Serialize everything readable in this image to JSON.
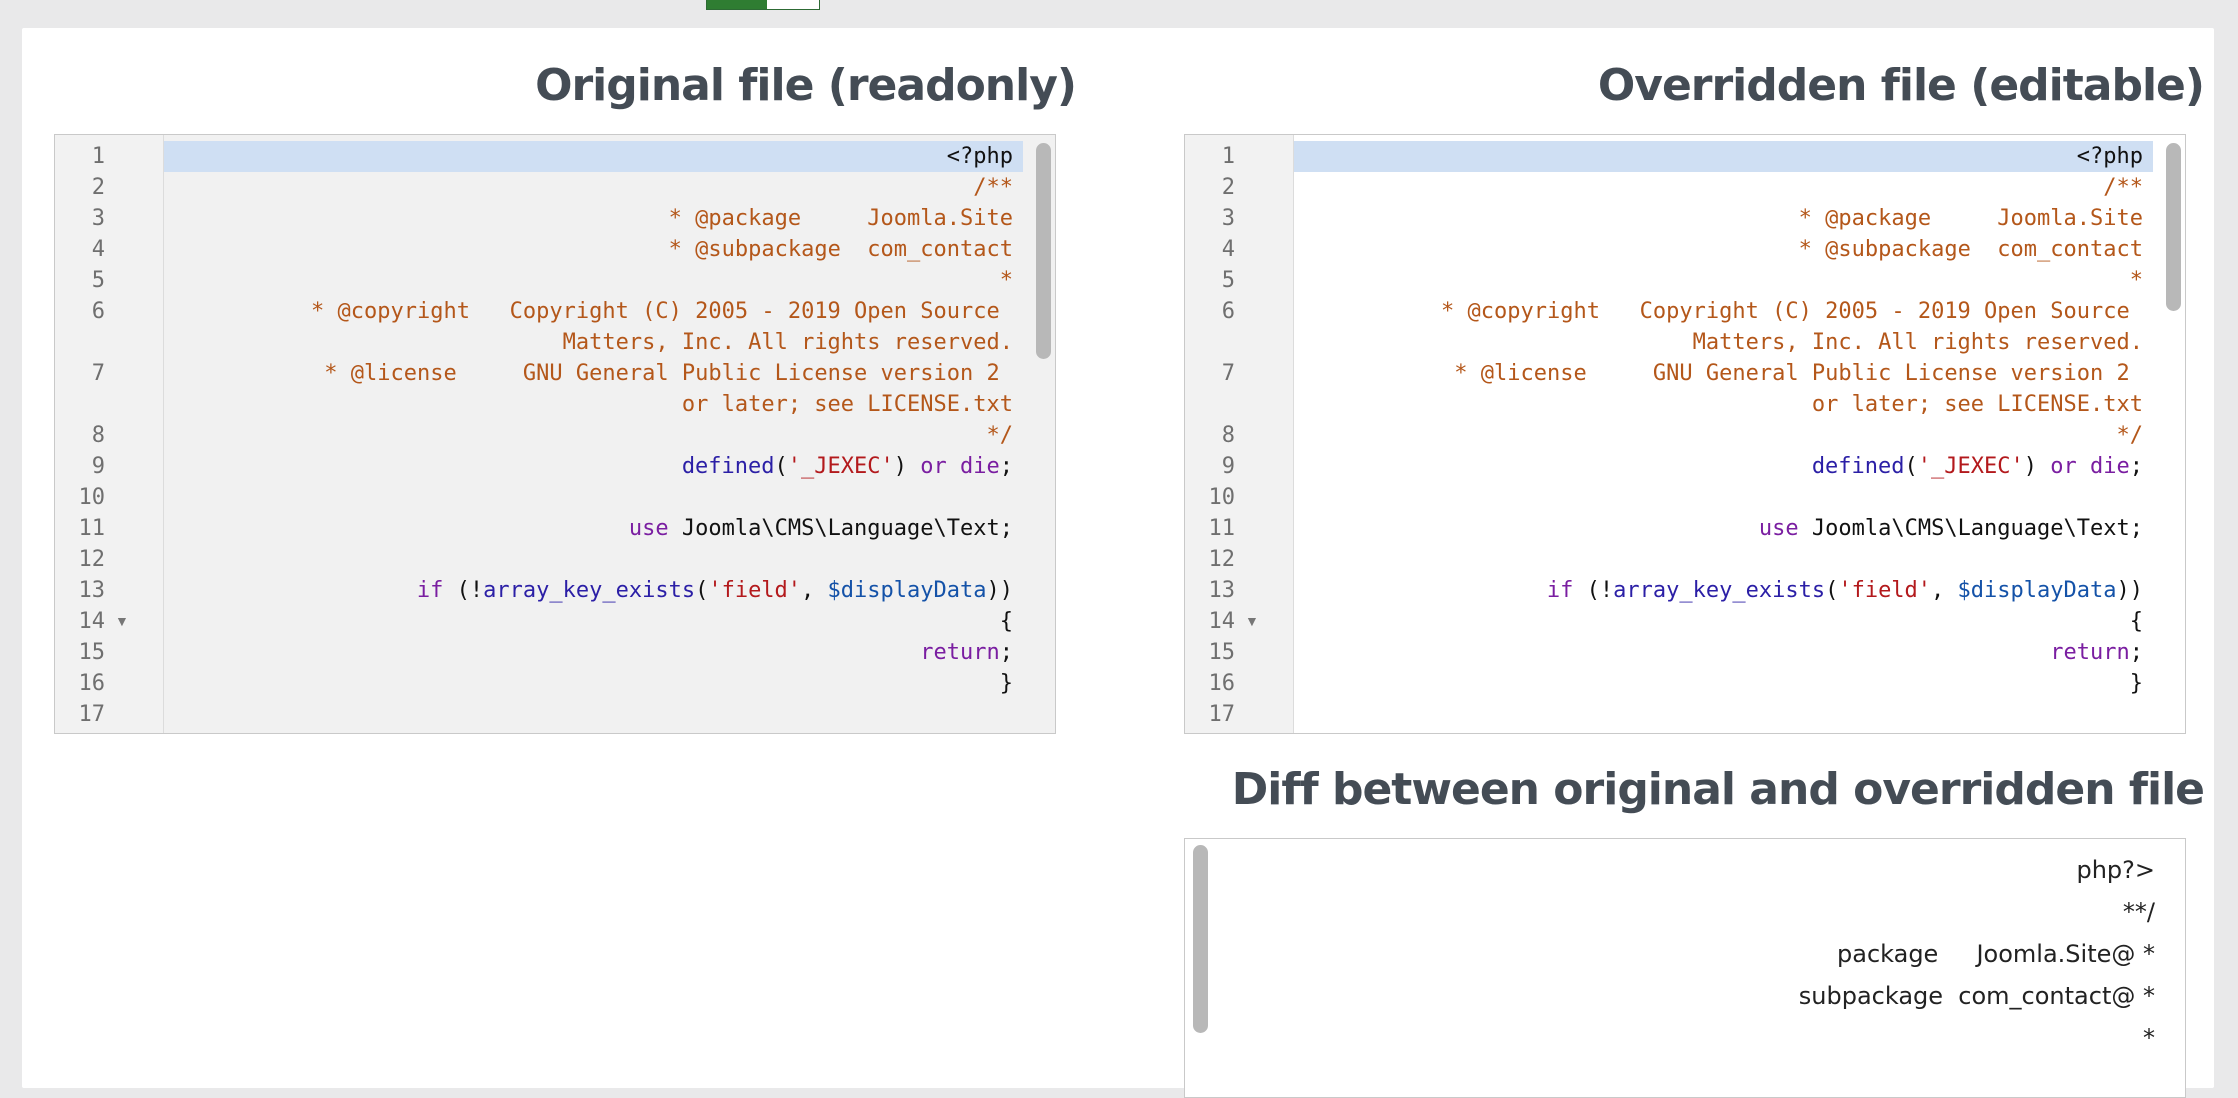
{
  "headings": {
    "original": "Original file (readonly)",
    "overridden": "Overridden file (editable)",
    "diff": "Diff between original and overridden file"
  },
  "gutter_numbers": [
    "1",
    "2",
    "3",
    "4",
    "5",
    "6",
    "",
    "7",
    "",
    "8",
    "9",
    "10",
    "11",
    "12",
    "13",
    "14",
    "15",
    "16",
    "17"
  ],
  "code": {
    "l1": "<?php",
    "l2": "/**",
    "l3": "* @package     Joomla.Site",
    "l4": "* @subpackage  com_contact",
    "l5": "*",
    "l6a": "* @copyright   Copyright (C) 2005 - 2019 Open Source ",
    "l6b": "Matters, Inc. All rights reserved.",
    "l7a": "* @license     GNU General Public License version 2 ",
    "l7b": "or later; see LICENSE.txt",
    "l8": "*/",
    "l9_func": "defined",
    "l9_p1": "(",
    "l9_str": "'_JEXEC'",
    "l9_p2": ") ",
    "l9_kw1": "or",
    "l9_sp": " ",
    "l9_kw2": "die",
    "l9_end": ";",
    "l11_kw": "use",
    "l11_rest": " Joomla\\CMS\\Language\\Text;",
    "l13_kw": "if",
    "l13_p1": " (!",
    "l13_func": "array_key_exists",
    "l13_p2": "(",
    "l13_str": "'field'",
    "l13_p3": ", ",
    "l13_var": "$displayData",
    "l13_p4": "))",
    "l14": "{",
    "l15_kw": "return",
    "l15_end": ";",
    "l16": "}"
  },
  "diff_lines": [
    "php?>",
    "**/",
    "package     Joomla.Site@ *",
    "subpackage  com_contact@ *",
    "*"
  ]
}
